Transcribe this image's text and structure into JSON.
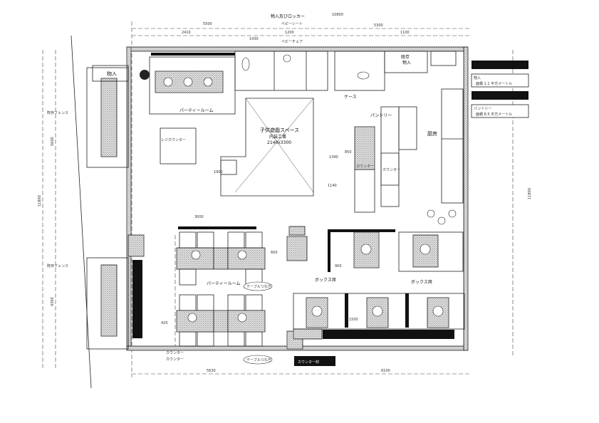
{
  "title_labels": {
    "storage_top_left": "物入",
    "party_room_top": "パーティールーム",
    "register_counter": "レジカウンター",
    "play_space": "子供遊戯スペース",
    "play_space_work": "内装工事",
    "play_space_size": "2140x3300",
    "pantry": "パントリー",
    "counter_left": "カウンター",
    "counter_right": "カウンター",
    "kitchen": "厨房",
    "existing_storage": "既存",
    "existing_storage2": "物入",
    "case": "ケース",
    "storage_lockers": "物入及びロッカー",
    "baby_seat": "ベビーシート",
    "baby_chair": "ベビーチェア",
    "party_room_bottom": "パーティールーム",
    "table_join_1": "テーブルつなぎ",
    "table_join_2": "テーブルつなぎ",
    "box_seat_1": "ボックス席",
    "box_seat_2": "ボックス席",
    "existing_fence_1": "既存フェンス",
    "existing_fence_2": "既存フェンス",
    "counter_note_1": "カウンター",
    "counter_note_2": "カウンター"
  },
  "dimensions": {
    "top_total": "10800",
    "top_left": "5500",
    "top_a": "2410",
    "top_b": "1430",
    "top_c": "1200",
    "top_d": "1100",
    "top_right": "5300",
    "bottom_left": "5630",
    "bottom_right": "6100",
    "left_total": "11800",
    "right_total": "11800",
    "left_upper": "5600",
    "left_lower": "4300",
    "mid_3000": "3000",
    "mid_1900": "1900",
    "mid_1140": "1140",
    "mid_1340": "1340",
    "mid_600": "600",
    "mid_900": "900",
    "mid_1500": "1500",
    "mid_420": "420",
    "mid_850": "850"
  },
  "legend": [
    {
      "title": "物入",
      "detail": "面積 1.1 平方メートル"
    },
    {
      "title": "パントリー",
      "detail": "面積 6.5 平方メートル"
    }
  ],
  "bottom_label": "カウンター材"
}
